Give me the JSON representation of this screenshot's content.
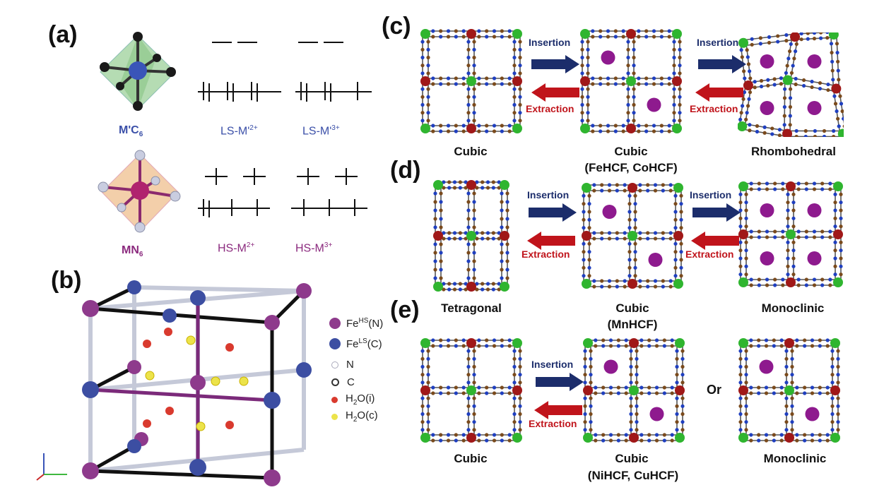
{
  "panels": {
    "a": "(a)",
    "b": "(b)",
    "c": "(c)",
    "d": "(d)",
    "e": "(e)"
  },
  "panel_a": {
    "mc6_label": "M'C",
    "mc6_sub": "6",
    "mn6_label": "MN",
    "mn6_sub": "6",
    "ls2": "LS-M'",
    "ls2_sup": "2+",
    "ls3": "LS-M'",
    "ls3_sup": "3+",
    "hs2": "HS-M",
    "hs2_sup": "2+",
    "hs3": "HS-M",
    "hs3_sup": "3+"
  },
  "legend": [
    {
      "text": "Fe",
      "sup": "HS",
      "suffix": "(N)",
      "color": "#8e3a8c"
    },
    {
      "text": "Fe",
      "sup": "LS",
      "suffix": "(C)",
      "color": "#3c4ea2"
    },
    {
      "text": "N",
      "sup": "",
      "suffix": "",
      "color": "#dfe2ea"
    },
    {
      "text": "C",
      "sup": "",
      "suffix": "",
      "color": "#333333"
    },
    {
      "text": "H",
      "sub": "2",
      "suffix": "O(i)",
      "color": "#d93a2e"
    },
    {
      "text": "H",
      "sub": "2",
      "suffix": "O(c)",
      "color": "#ece34a"
    }
  ],
  "arrows": {
    "insertion": "Insertion",
    "extraction": "Extraction"
  },
  "colors": {
    "insertion": "#1c2d6b",
    "extraction": "#c0141b",
    "ion": "#8e1a8e",
    "green": "#2fb52f",
    "red": "#a01818"
  },
  "captions": {
    "c_left": "Cubic",
    "c_mid_1": "Cubic",
    "c_mid_2": "(FeHCF, CoHCF)",
    "c_right": "Rhombohedral",
    "d_left": "Tetragonal",
    "d_mid_1": "Cubic",
    "d_mid_2": "(MnHCF)",
    "d_right": "Monoclinic",
    "e_left": "Cubic",
    "e_mid_1": "Cubic",
    "e_mid_2": "(NiHCF, CuHCF)",
    "e_or": "Or",
    "e_right": "Monoclinic"
  }
}
